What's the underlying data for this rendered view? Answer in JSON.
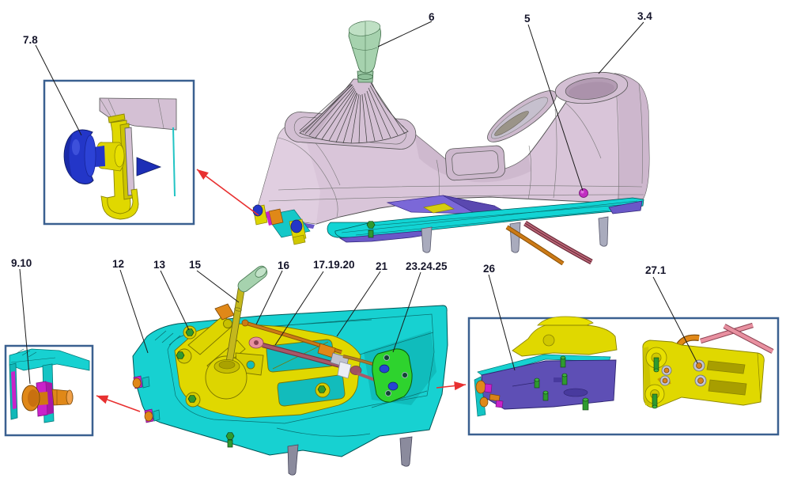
{
  "diagram": {
    "kind": "exploded-parts-diagram",
    "background": "#ffffff"
  },
  "palette": {
    "console_body": "#d9c5d9",
    "console_shade": "#cbb5cb",
    "console_light": "#e0cfe0",
    "knob_green": "#a6d2ae",
    "boot_pink": "#d4c0d4",
    "base_cyan": "#17d1d1",
    "rail_cyan": "#12d4d4",
    "bracket_yellow": "#e0d800",
    "plate_purple": "#5e4fb5",
    "tray_violet": "#7b68d8",
    "rod_maroon": "#a85868",
    "rod_pink": "#e890a0",
    "cable_orange": "#cc7a16",
    "fastener_orange": "#e08818",
    "bolt_green": "#2f9a2f",
    "bracket_green": "#2ed32e",
    "clip_blue": "#2336c8",
    "fastener_magenta": "#c922c9",
    "leg_gray": "#a9abbd",
    "button_magenta": "#c22ec2",
    "callout_border": "#3a6090",
    "arrow_red": "#e83030",
    "label_text": "#15152a",
    "leader_line": "#1a1a1a"
  },
  "labels": [
    {
      "text": "7.8"
    },
    {
      "text": "6"
    },
    {
      "text": "5"
    },
    {
      "text": "3.4"
    },
    {
      "text": "9.10"
    },
    {
      "text": "12"
    },
    {
      "text": "13"
    },
    {
      "text": "15"
    },
    {
      "text": "16"
    },
    {
      "text": "17.19.20"
    },
    {
      "text": "21"
    },
    {
      "text": "23.24.25"
    },
    {
      "text": "26"
    },
    {
      "text": "27.1"
    }
  ]
}
